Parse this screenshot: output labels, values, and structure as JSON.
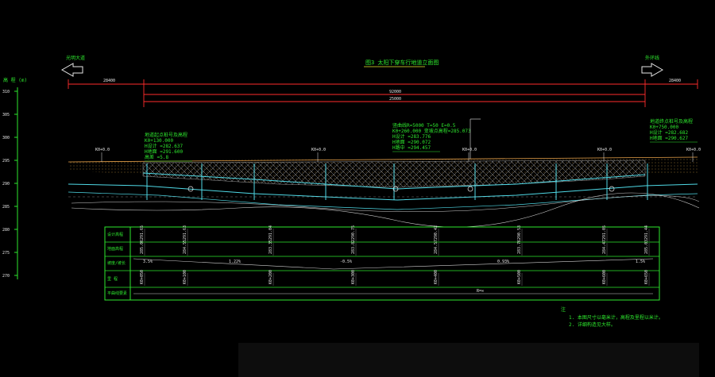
{
  "drawing": {
    "title": "图3 太阳下穿车行地道立面图",
    "left_direction": "光明大道",
    "right_direction": "外环线",
    "elevation_label": "高 程 (m)",
    "elevation_ticks": [
      "270",
      "275",
      "280",
      "285",
      "290",
      "295",
      "300",
      "305",
      "310"
    ],
    "dim_top": "28400",
    "dim_mid": "92000",
    "dim_mid2": "25000",
    "stations": [
      "K0+0.0",
      "K0+0.0",
      "K0+0.0",
      "K0+0.0",
      "K0+0.0",
      "K0+0.0",
      "K0+0.0",
      "K0+0.0"
    ],
    "notes_title": "注",
    "notes": [
      "1. 本图尺寸以毫米计，高程及里程以米计。",
      "2. 详细构造见大样。"
    ],
    "callouts": [
      {
        "lines": [
          "地道起点桩号及高程",
          "K0+130.000",
          "H设计 =282.637",
          "H地面 =291.600",
          "高差 =5.8"
        ]
      },
      {
        "lines": [
          "竖曲线R=5000 T=50 E=0.5",
          "K0+260.000 变坡点高程=285.073",
          "H设计 =283.776",
          "H地面 =290.072",
          "H路中 =294.457"
        ]
      },
      {
        "lines": [
          "地道终点桩号及高程",
          "K0+750.000",
          "H设计 =282.682",
          "H地面 =290.627"
        ]
      }
    ]
  },
  "profile_table": {
    "rows": [
      {
        "label": "设计高程"
      },
      {
        "label": "地面高程"
      },
      {
        "label": "坡度/坡长"
      },
      {
        "label": "里    程"
      },
      {
        "label": "平曲线要素"
      }
    ],
    "slope_values": [
      "1.22%",
      "-0.5%",
      "0.93%",
      "1.5%",
      "3.5%"
    ],
    "design_elev": [
      "291.65",
      "291.63",
      "291.04",
      "290.75",
      "290.42",
      "290.53",
      "291.05",
      "291.44"
    ],
    "ground_elev": [
      "285.06",
      "284.55",
      "283.35",
      "283.82",
      "284.57",
      "283.76",
      "284.47",
      "285.03"
    ],
    "mileage": [
      "K0+050",
      "K0+100",
      "K0+200",
      "K0+300",
      "K0+400",
      "K0+500",
      "K0+600",
      "K0+650"
    ],
    "curve_text": "R=∞"
  },
  "colors": {
    "background": "#000000",
    "green": "#2ee82e",
    "red": "#ff2d2d",
    "cyan": "#4fd9e6",
    "white": "#e6e6e6",
    "yellow": "#e8e82e"
  }
}
